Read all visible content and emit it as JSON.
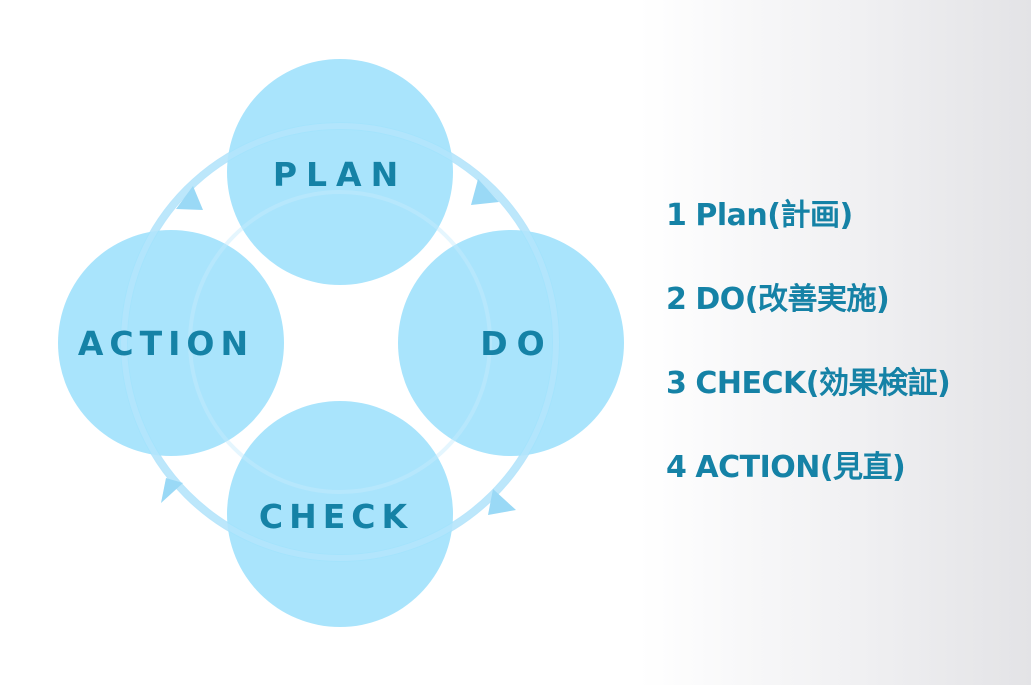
{
  "cycle": {
    "plan": "PLAN",
    "do": "DO",
    "check": "CHECK",
    "action": "ACTION"
  },
  "steps": [
    {
      "num": "1",
      "label": "Plan(計画)"
    },
    {
      "num": "2",
      "label": "DO(改善実施)"
    },
    {
      "num": "3",
      "label": "CHECK(効果検証)"
    },
    {
      "num": "4",
      "label": "ACTION(見直)"
    }
  ],
  "colors": {
    "circle": "#a2e1fb",
    "ring": "#b7e6fc",
    "text": "#1582a6"
  }
}
